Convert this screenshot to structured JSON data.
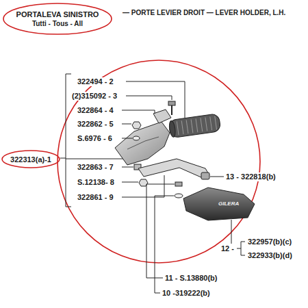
{
  "diagram": {
    "nodes": [
      {
        "text": [
          "PORTALEVA SINISTRO",
          "Tutti - Tous - All"
        ]
      },
      {
        "text": [
          "322313(a)-1"
        ]
      }
    ],
    "labels": [
      "— PORTE LEVIER DROIT — LEVER HOLDER, L.H.",
      "322494 - 2",
      "(2)315092 - 3",
      "322864 - 4",
      "322862 - 5",
      "S.6976 - 6",
      "322863 - 7",
      "S.12138- 8",
      "322861 - 9",
      "13 - 322818(b)",
      "12 -",
      "322957(b)(c)",
      "322933(b)(d)",
      "11 - S.13880(b)",
      "10 -319222(b)",
      "GILERA"
    ]
  }
}
